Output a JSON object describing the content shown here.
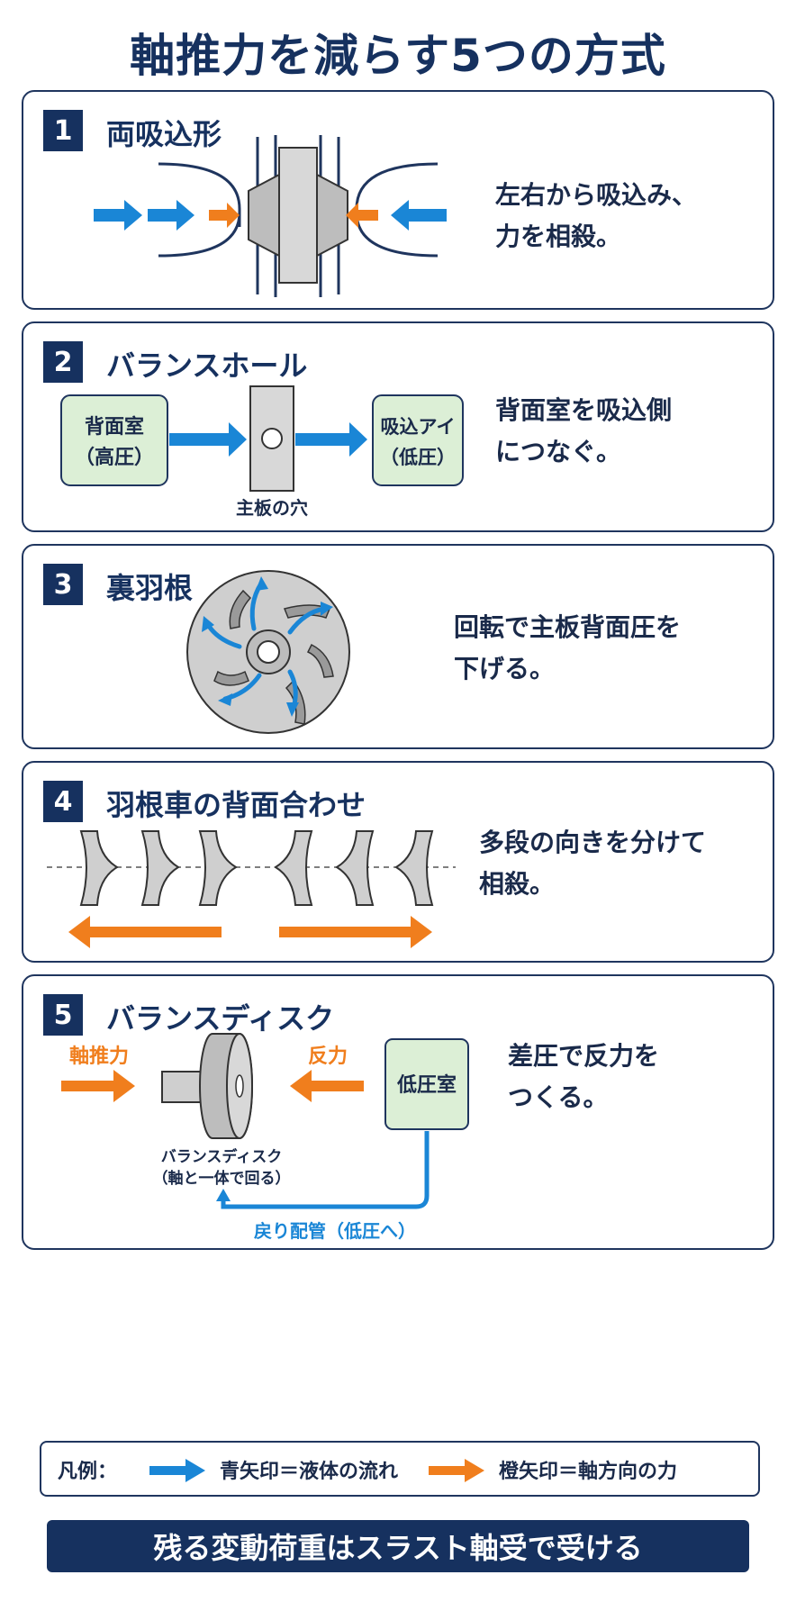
{
  "title": "軸推力を減らす5つの方式",
  "colors": {
    "navy": "#16315f",
    "blue": "#1a86d6",
    "orange": "#f07e1d",
    "green": "#dcefd6",
    "gray": "#c9c9c9"
  },
  "panels": [
    {
      "num": "1",
      "title": "両吸込形",
      "desc": [
        "左右から吸込み、",
        "力を相殺。"
      ]
    },
    {
      "num": "2",
      "title": "バランスホール",
      "desc": [
        "背面室を吸込側",
        "につなぐ。"
      ],
      "box_left": [
        "背面室",
        "（高圧）"
      ],
      "box_right": [
        "吸込アイ",
        "（低圧）"
      ],
      "plate_label": "主板の穴"
    },
    {
      "num": "3",
      "title": "裏羽根",
      "desc": [
        "回転で主板背面圧を",
        "下げる。"
      ]
    },
    {
      "num": "4",
      "title": "羽根車の背面合わせ",
      "desc": [
        "多段の向きを分けて",
        "相殺。"
      ]
    },
    {
      "num": "5",
      "title": "バランスディスク",
      "desc": [
        "差圧で反力を",
        "つくる。"
      ],
      "thrust_label": "軸推力",
      "reaction_label": "反力",
      "chamber_label": "低圧室",
      "disk_label": [
        "バランスディスク",
        "（軸と一体で回る）"
      ],
      "return_label": "戻り配管（低圧へ）"
    }
  ],
  "legend": {
    "prefix": "凡例：",
    "blue_text": "青矢印＝液体の流れ",
    "orange_text": "橙矢印＝軸方向の力"
  },
  "banner": "残る変動荷重はスラスト軸受で受ける",
  "icons": [
    "blue-arrow-icon",
    "orange-arrow-icon"
  ]
}
